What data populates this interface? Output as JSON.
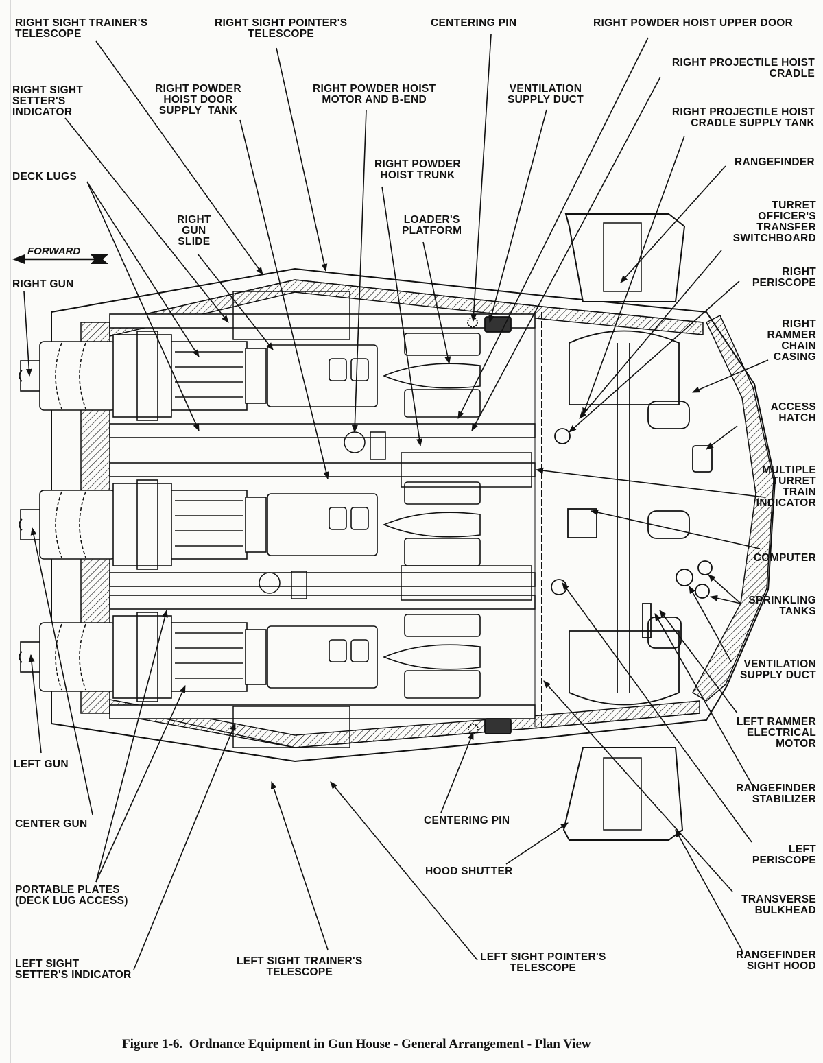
{
  "figure": {
    "caption": "Figure 1-6.  Ordnance Equipment in Gun House - General Arrangement - Plan View",
    "direction_label": "FORWARD"
  },
  "labels": {
    "right_sight_trainers_telescope": "RIGHT SIGHT TRAINER'S\nTELESCOPE",
    "right_sight_pointers_telescope": "RIGHT SIGHT POINTER'S\nTELESCOPE",
    "centering_pin_top": "CENTERING PIN",
    "right_powder_hoist_upper_door": "RIGHT POWDER HOIST UPPER DOOR",
    "right_projectile_hoist_cradle": "RIGHT PROJECTILE HOIST\nCRADLE",
    "right_sight_setters_indicator": "RIGHT SIGHT\nSETTER'S\nINDICATOR",
    "right_powder_hoist_door_supply_tank": "RIGHT POWDER\nHOIST DOOR\nSUPPLY  TANK",
    "right_powder_hoist_motor_b_end": "RIGHT POWDER HOIST\nMOTOR AND B-END",
    "ventilation_supply_duct_top": "VENTILATION\nSUPPLY DUCT",
    "right_projectile_hoist_cradle_supply_tank": "RIGHT PROJECTILE HOIST\nCRADLE SUPPLY TANK",
    "right_powder_hoist_trunk": "RIGHT POWDER\nHOIST TRUNK",
    "rangefinder": "RANGEFINDER",
    "deck_lugs": "DECK LUGS",
    "right_gun_slide": "RIGHT\nGUN\nSLIDE",
    "loaders_platform": "LOADER'S\nPLATFORM",
    "turret_officers_transfer_switchboard": "TURRET\nOFFICER'S\nTRANSFER\nSWITCHBOARD",
    "right_periscope": "RIGHT\nPERISCOPE",
    "right_gun": "RIGHT GUN",
    "right_rammer_chain_casing": "RIGHT\nRAMMER\nCHAIN\nCASING",
    "access_hatch": "ACCESS\nHATCH",
    "multiple_turret_train_indicator": "MULTIPLE\nTURRET\nTRAIN\nINDICATOR",
    "computer": "COMPUTER",
    "sprinkling_tanks": "SPRINKLING\nTANKS",
    "ventilation_supply_duct_right": "VENTILATION\nSUPPLY DUCT",
    "left_rammer_electrical_motor": "LEFT RAMMER\nELECTRICAL\nMOTOR",
    "left_gun": "LEFT GUN",
    "rangefinder_stabilizer": "RANGEFINDER\nSTABILIZER",
    "center_gun": "CENTER GUN",
    "centering_pin_bottom": "CENTERING PIN",
    "left_periscope": "LEFT\nPERISCOPE",
    "hood_shutter": "HOOD SHUTTER",
    "portable_plates": "PORTABLE PLATES\n(DECK LUG ACCESS)",
    "transverse_bulkhead": "TRANSVERSE\nBULKHEAD",
    "left_sight_setters_indicator": "LEFT SIGHT\nSETTER'S INDICATOR",
    "left_sight_trainers_telescope": "LEFT SIGHT TRAINER'S\nTELESCOPE",
    "left_sight_pointers_telescope": "LEFT SIGHT POINTER'S\nTELESCOPE",
    "rangefinder_sight_hood": "RANGEFINDER\nSIGHT HOOD"
  },
  "colors": {
    "ink": "#111111",
    "paper": "#fbfbf9"
  }
}
